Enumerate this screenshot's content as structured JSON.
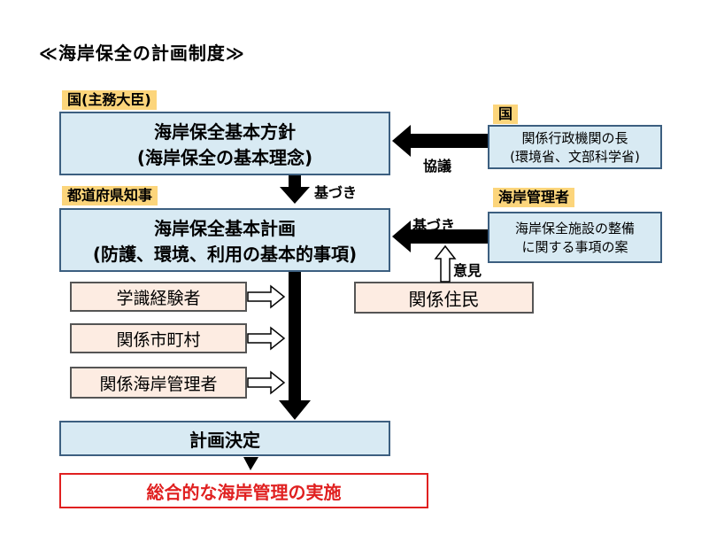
{
  "title": "≪海岸保全の計画制度≫",
  "tags": {
    "national_minister": "国(主務大臣)",
    "prefectural_governor": "都道府県知事",
    "national": "国",
    "coast_manager": "海岸管理者"
  },
  "boxes": {
    "basic_policy_line1": "海岸保全基本方針",
    "basic_policy_line2": "(海岸保全の基本理念)",
    "basic_plan_line1": "海岸保全基本計画",
    "basic_plan_line2": "(防護、環境、利用の基本的事項)",
    "agency_head_line1": "関係行政機関の長",
    "agency_head_line2": "(環境省、文部科学省)",
    "facility_plan_line1": "海岸保全施設の整備",
    "facility_plan_line2": "に関する事項の案",
    "residents": "関係住民",
    "experts": "学識経験者",
    "municipalities": "関係市町村",
    "coast_managers": "関係海岸管理者",
    "plan_decision": "計画決定",
    "implementation": "総合的な海岸管理の実施"
  },
  "labels": {
    "consultation": "協議",
    "based_on_1": "基づき",
    "based_on_2": "基づき",
    "opinion": "意見"
  }
}
